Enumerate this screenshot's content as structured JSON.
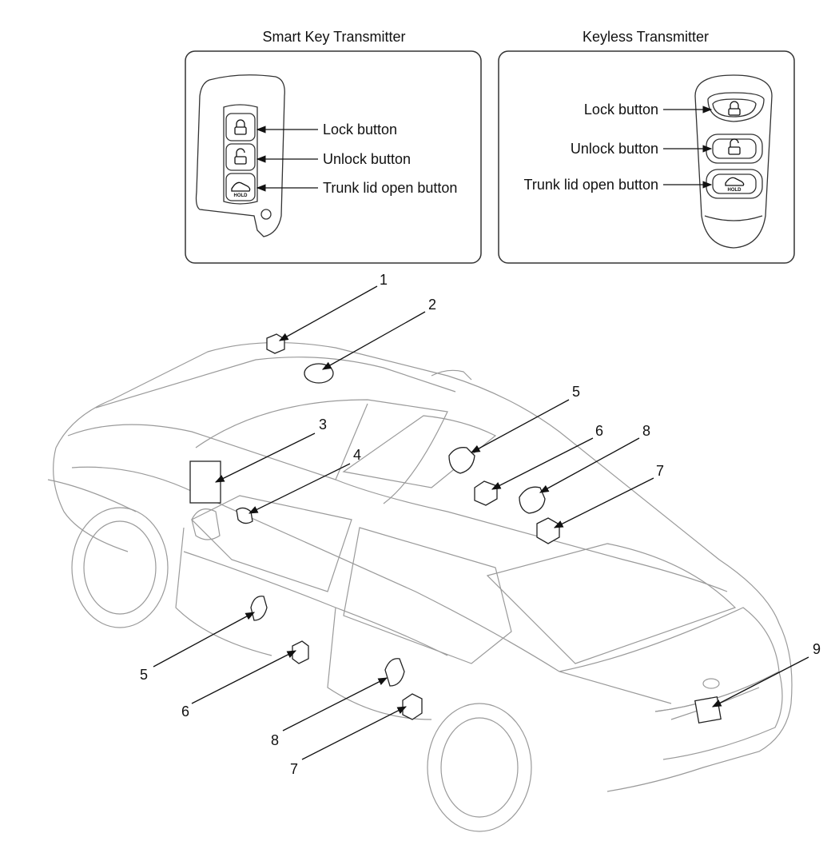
{
  "panels": [
    {
      "title": "Smart Key Transmitter",
      "buttons": [
        "Lock button",
        "Unlock button",
        "Trunk lid open button"
      ]
    },
    {
      "title": "Keyless Transmitter",
      "buttons": [
        "Lock button",
        "Unlock button",
        "Trunk lid open button"
      ]
    }
  ],
  "key_button_text": "HOLD",
  "callouts": [
    "1",
    "2",
    "3",
    "4",
    "5",
    "6",
    "7",
    "8",
    "9",
    "5",
    "6",
    "8",
    "7"
  ],
  "icons": [
    "lock-icon",
    "unlock-icon",
    "trunk-icon"
  ]
}
